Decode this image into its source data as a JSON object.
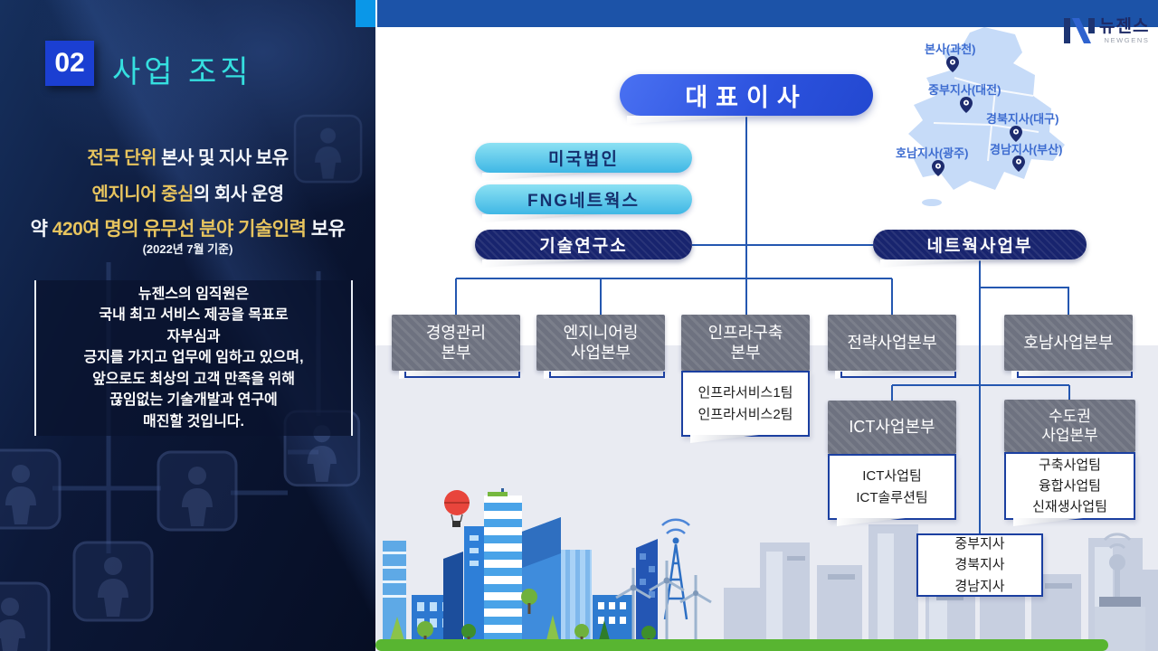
{
  "slide": {
    "section_number": "02",
    "title": "사업 조직"
  },
  "left_panel": {
    "line1_gold": "전국 단위",
    "line1_rest": " 본사 및 지사 보유",
    "line2_gold": "엔지니어 중심",
    "line2_rest": "의 회사 운영",
    "line3_pre": "약 ",
    "line3_gold": "420여 명의 유무선 분야 기술인력",
    "line3_rest": " 보유",
    "note": "(2022년 7월 기준)",
    "quote": "뉴젠스의 임직원은\n국내 최고 서비스 제공을 목표로\n자부심과\n긍지를 가지고 업무에 임하고 있으며,\n앞으로도 최상의 고객 만족을 위해\n끊임없는 기술개발과 연구에\n매진할 것입니다."
  },
  "logo": {
    "name": "뉴젠스",
    "subtitle": "NEWGENS"
  },
  "map": {
    "locations": [
      {
        "label": "본사(과천)"
      },
      {
        "label": "중부지사(대전)"
      },
      {
        "label": "경북지사(대구)"
      },
      {
        "label": "호남지사(광주)"
      },
      {
        "label": "경남지사(부산)"
      }
    ]
  },
  "org": {
    "ceo": "대표이사",
    "affiliate1": "미국법인",
    "affiliate2": "FNG네트웍스",
    "research": "기술연구소",
    "network": "네트웍사업부",
    "dept_mgmt": "경영관리\n본부",
    "dept_eng": "엔지니어링\n사업본부",
    "dept_infra": "인프라구축\n본부",
    "infra_teams": "인프라서비스1팀\n인프라서비스2팀",
    "dept_strategy": "전략사업본부",
    "dept_honam": "호남사업본부",
    "dept_ict": "ICT사업본부",
    "ict_teams": "ICT사업팀\nICT솔루션팀",
    "dept_capital": "수도권\n사업본부",
    "capital_teams": "구축사업팀\n융합사업팀\n신재생사업팀",
    "branch_teams": "중부지사\n경북지사\n경남지사"
  },
  "colors": {
    "top_bar_blue": "#1c53a8",
    "accent_cyan": "#0a97e8",
    "title_cyan": "#35dfdf",
    "gold": "#e7c45e",
    "ceo_pill_blue": "#2e56e0",
    "affiliate_pill_cyan": "#4cc2ea",
    "navy_pill": "#18246e",
    "dept_gray": "#6e7280",
    "connector_blue": "#2457b0",
    "box_border_navy": "#1b3fa0",
    "map_fill": "#c6dbf8",
    "map_label_blue": "#3d6cd0",
    "left_panel_navy": "#0a1430",
    "grass_green": "#58b531",
    "balloon_red": "#e8453c"
  }
}
